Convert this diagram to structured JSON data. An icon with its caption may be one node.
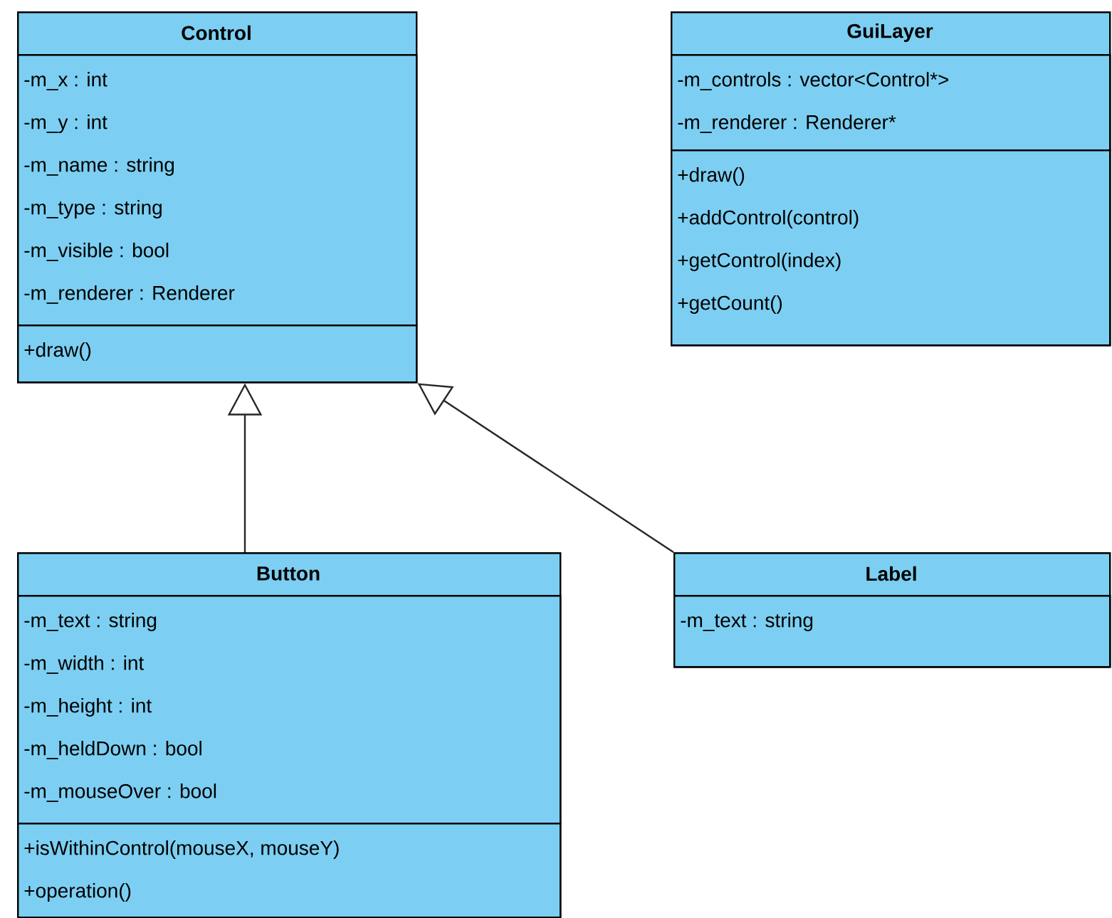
{
  "diagram": {
    "nodes": [
      {
        "text": [
          "Control"
        ]
      },
      {
        "text": [
          "-m_x : int",
          "-m_y : int",
          "-m_name : string",
          "-m_type : string",
          "-m_visible : bool",
          "-m_renderer : Renderer"
        ],
        "in": 0
      },
      {
        "text": [
          "+draw()"
        ],
        "in": 0
      },
      {
        "text": [
          "GuiLayer"
        ]
      },
      {
        "text": [
          "-m_controls : vector<Control*>",
          "-m_renderer : Renderer*"
        ],
        "in": 3
      },
      {
        "text": [
          "+draw()",
          "+addControl(control)",
          "+getControl(index)",
          "+getCount()"
        ],
        "in": 3
      },
      {
        "text": [
          "Button"
        ]
      },
      {
        "text": [
          "-m_text : string",
          "-m_width : int",
          "-m_height : int",
          "-m_heldDown : bool",
          "-m_mouseOver : bool"
        ],
        "in": 6
      },
      {
        "text": [
          "+isWithinControl(mouseX, mouseY)",
          "+operation()"
        ],
        "in": 6
      },
      {
        "text": [
          "Label"
        ]
      },
      {
        "text": [
          "-m_text : string"
        ],
        "in": 9
      }
    ],
    "edges": [
      {
        "from": 6,
        "to": 0,
        "arrow": "to"
      },
      {
        "from": 9,
        "to": 0,
        "arrow": "to"
      }
    ]
  }
}
